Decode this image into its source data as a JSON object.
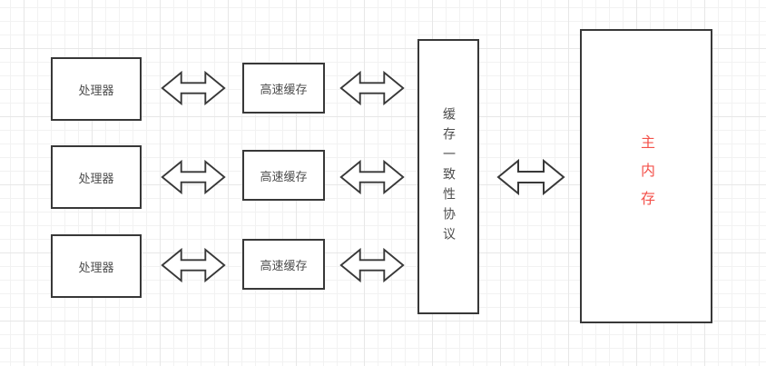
{
  "diagram": {
    "nodes": {
      "processors": [
        "处理器",
        "处理器",
        "处理器"
      ],
      "caches": [
        "高速缓存",
        "高速缓存",
        "高速缓存"
      ],
      "protocol": "缓存一致性协议",
      "memory": "主内存"
    },
    "connectors": {
      "processor_cache": "double-headed-arrow",
      "cache_protocol": "double-headed-arrow",
      "protocol_memory": "double-headed-arrow"
    },
    "colors": {
      "node_border": "#383838",
      "node_text": "#4d4d4d",
      "memory_text": "#f4524b",
      "grid_minor": "#f2f2f2",
      "grid_major": "#e7e7e7",
      "background": "#ffffff"
    }
  }
}
